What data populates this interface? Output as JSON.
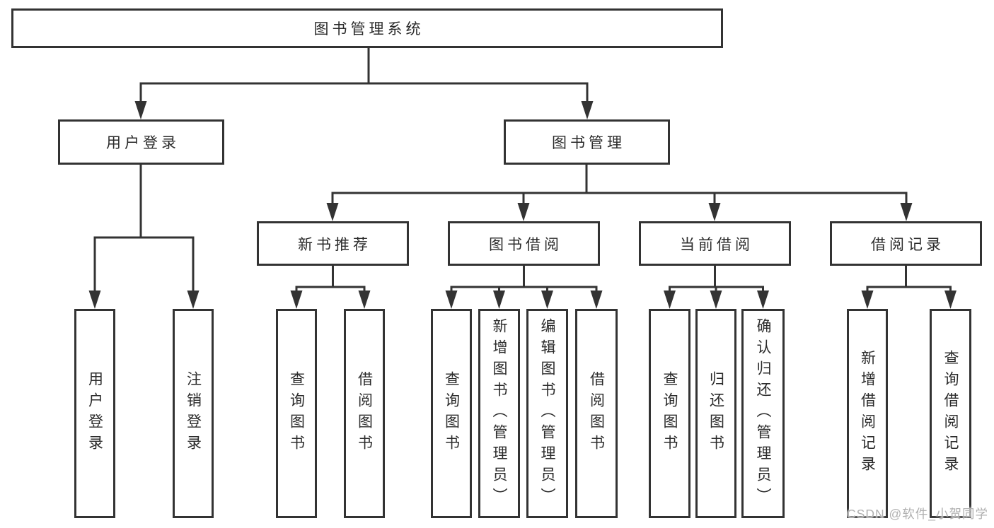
{
  "tree": {
    "label": "图书管理系统",
    "children": [
      {
        "label": "用户登录",
        "children": [
          {
            "label": "用户登录"
          },
          {
            "label": "注销登录"
          }
        ]
      },
      {
        "label": "图书管理",
        "children": [
          {
            "label": "新书推荐",
            "children": [
              {
                "label": "查询图书"
              },
              {
                "label": "借阅图书"
              }
            ]
          },
          {
            "label": "图书借阅",
            "children": [
              {
                "label": "查询图书"
              },
              {
                "label": "新增图书（管理员）"
              },
              {
                "label": "编辑图书（管理员）"
              },
              {
                "label": "借阅图书"
              }
            ]
          },
          {
            "label": "当前借阅",
            "children": [
              {
                "label": "查询图书"
              },
              {
                "label": "归还图书"
              },
              {
                "label": "确认归还（管理员）"
              }
            ]
          },
          {
            "label": "借阅记录",
            "children": [
              {
                "label": "新增借阅记录"
              },
              {
                "label": "查询借阅记录"
              }
            ]
          }
        ]
      }
    ]
  },
  "watermark": {
    "text": "CSDN @软件_小贺同学"
  },
  "colors": {
    "line": "#333333",
    "border": "#333333",
    "text": "#2b2b2b",
    "watermark": "#b0b0b0",
    "background": "#ffffff"
  }
}
